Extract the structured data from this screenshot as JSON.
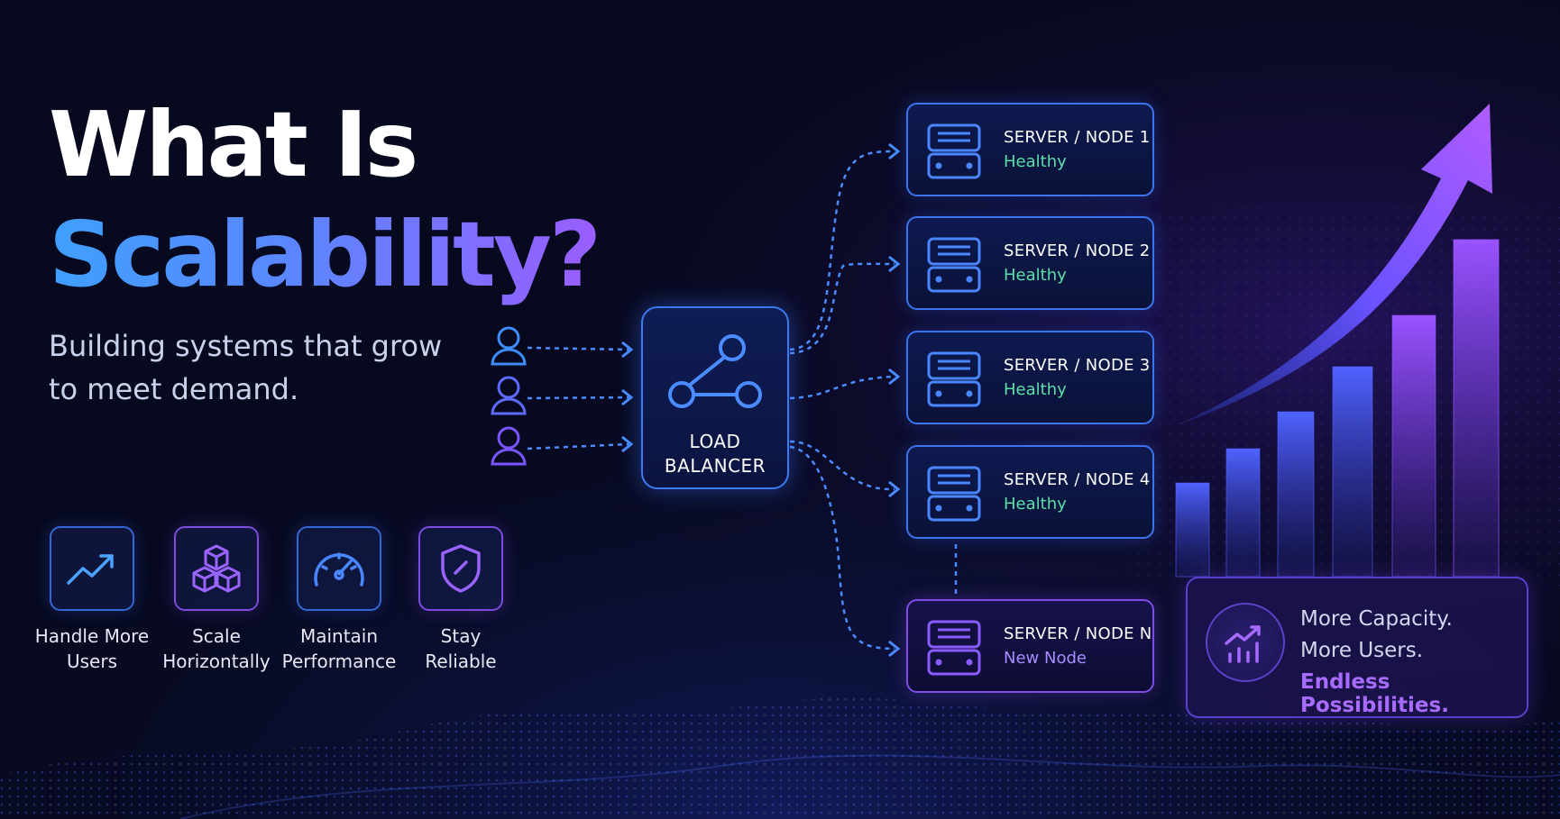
{
  "title": {
    "line1": "What Is",
    "line2": "Scalability?"
  },
  "subtitle": "Building systems that grow to meet demand.",
  "features": [
    {
      "line1": "Handle More",
      "line2": "Users",
      "icon": "trend-up-icon"
    },
    {
      "line1": "Scale",
      "line2": "Horizontally",
      "icon": "cubes-icon"
    },
    {
      "line1": "Maintain",
      "line2": "Performance",
      "icon": "speedometer-icon"
    },
    {
      "line1": "Stay",
      "line2": "Reliable",
      "icon": "shield-icon"
    }
  ],
  "load_balancer": {
    "line1": "LOAD",
    "line2": "BALANCER"
  },
  "servers": [
    {
      "name": "SERVER / NODE 1",
      "status": "Healthy"
    },
    {
      "name": "SERVER / NODE 2",
      "status": "Healthy"
    },
    {
      "name": "SERVER / NODE 3",
      "status": "Healthy"
    },
    {
      "name": "SERVER / NODE 4",
      "status": "Healthy"
    },
    {
      "name": "SERVER / NODE N",
      "status": "New Node"
    }
  ],
  "callout": {
    "line1": "More Capacity.",
    "line2": "More Users.",
    "line3": "Endless Possibilities."
  },
  "colors": {
    "background": "#07091f",
    "blue": "#3a74ee",
    "purple": "#7f4de6",
    "healthy": "#59e0a8",
    "accent": "#a86bff"
  }
}
